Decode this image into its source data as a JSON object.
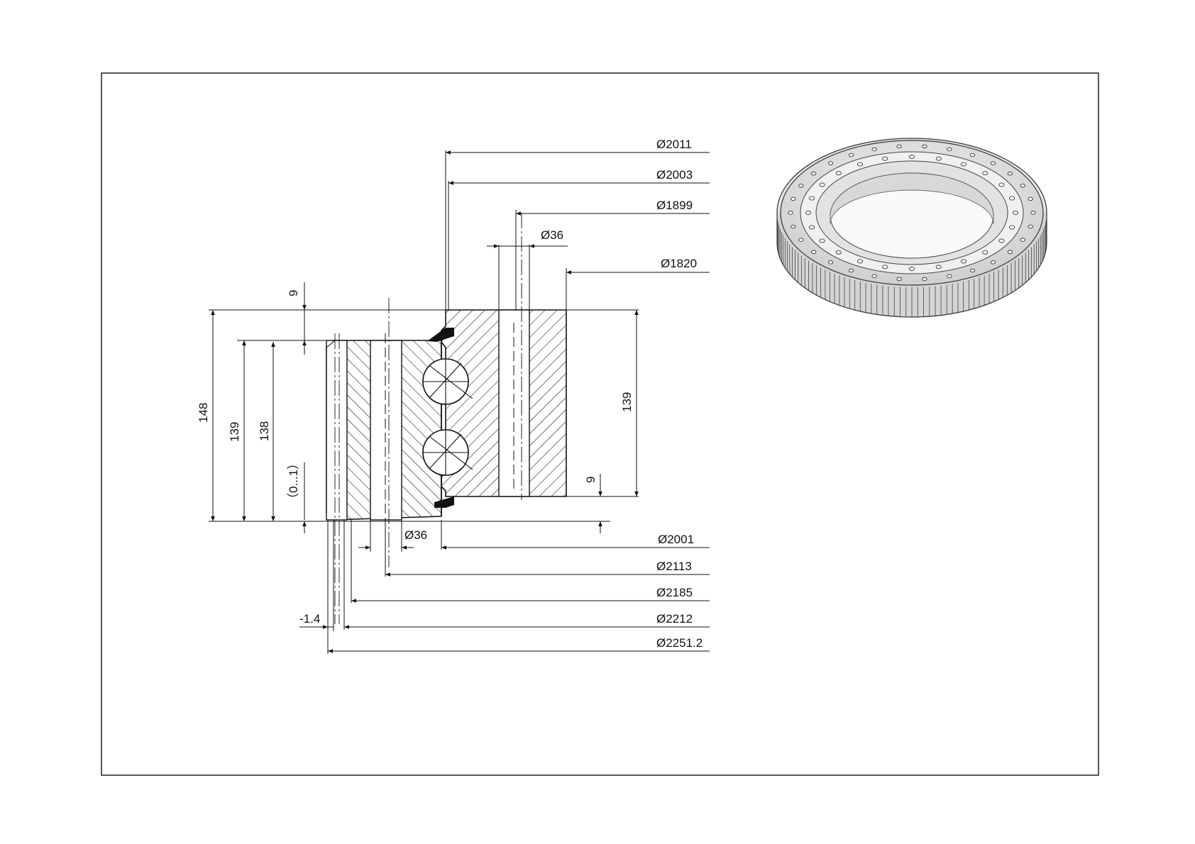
{
  "drawing": {
    "dimensions": {
      "d_2011": "Ø2011",
      "d_2003": "Ø2003",
      "d_1899": "Ø1899",
      "bolt_hole_outer": "Ø36",
      "d_1820": "Ø1820",
      "d_2001": "Ø2001",
      "d_2113": "Ø2113",
      "d_2185": "Ø2185",
      "d_2212": "Ø2212",
      "d_2251": "Ø2251.2",
      "bolt_hole_inner": "Ø36",
      "offset": "-1.4",
      "height_total": "148",
      "height_outer_ring": "139",
      "height_inner_ring": "138",
      "height_right": "139",
      "gap_top": "9",
      "gap_bottom": "9",
      "tolerance": "（0...1）"
    }
  }
}
